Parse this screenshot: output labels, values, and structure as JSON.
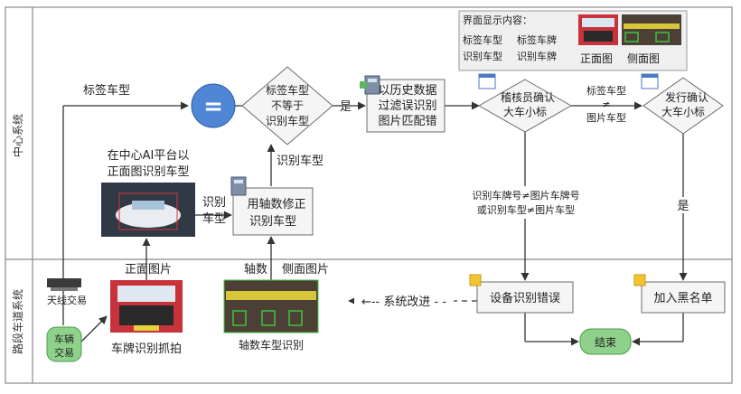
{
  "lanes": {
    "top": "中心系统",
    "bottom": "路段车道系统"
  },
  "legend": {
    "title": "界面显示内容：",
    "item1": "标签车型",
    "item2": "标签车牌",
    "item3": "识别车型",
    "item4": "识别车牌",
    "front_caption": "正面图",
    "side_caption": "侧面图"
  },
  "nodes": {
    "vehicle_trade": [
      "车辆",
      "交易"
    ],
    "antenna_trade": "天线交易",
    "plate_capture": "车牌识别抓拍",
    "axle_recognition": "轴数车型识别",
    "ai_platform": [
      "在中心AI平台以",
      "正面图识别车型"
    ],
    "axle_correct": [
      "用轴数修正",
      "识别车型"
    ],
    "equal_symbol": "=",
    "compare": [
      "标签车型",
      "不等于",
      "识别车型"
    ],
    "history_filter": [
      "以历史数据",
      "过滤误识别",
      "图片匹配错"
    ],
    "auditor_confirm": [
      "稽核员确认",
      "大车小标"
    ],
    "issuer_confirm": [
      "发行确认",
      "大车小标"
    ],
    "device_error": "设备识别错误",
    "blacklist": "加入黑名单",
    "end": "结束"
  },
  "edge_labels": {
    "label_type": "标签车型",
    "recognized_type": "识别车型",
    "recognized_type_v": [
      "识别",
      "车型"
    ],
    "yes_1": "是",
    "yes_2": "是",
    "front_image": "正面图片",
    "axle_count": "轴数",
    "side_image": "侧面图片",
    "label_ne_image": [
      "标签车型",
      "≠",
      "图片车型"
    ],
    "plate_mismatch": [
      "识别车牌号≠图片车牌号",
      "或识别车型≠图片车型"
    ],
    "system_improve": "←-- 系统改进 - -"
  },
  "colors": {
    "box_border": "#6b6b6b",
    "arrow": "#333333",
    "equal_fill": "#4f86d6",
    "end_fill": "#8ed18a",
    "lane_border": "#8a8a8a",
    "truck_red": "#c8323a"
  }
}
